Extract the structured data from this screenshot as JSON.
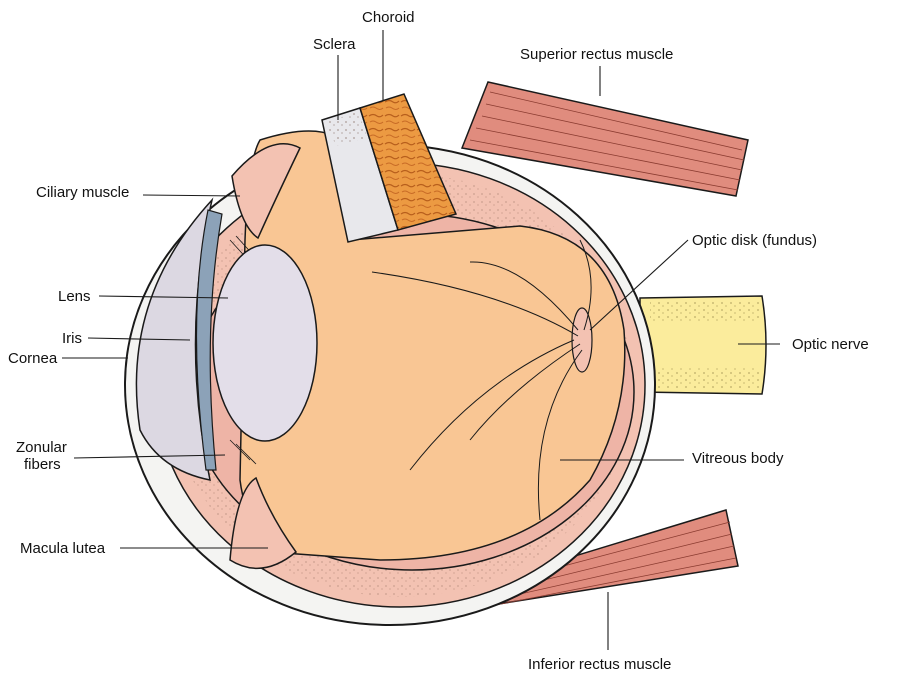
{
  "labels": {
    "choroid": "Choroid",
    "sclera": "Sclera",
    "superior_rectus": "Superior rectus muscle",
    "ciliary_muscle": "Ciliary muscle",
    "optic_disk": "Optic disk (fundus)",
    "lens": "Lens",
    "iris": "Iris",
    "cornea": "Cornea",
    "optic_nerve": "Optic nerve",
    "zonular_fibers_line1": "Zonular",
    "zonular_fibers_line2": "fibers",
    "vitreous_body": "Vitreous body",
    "macula_lutea": "Macula lutea",
    "inferior_rectus": "Inferior rectus muscle"
  },
  "colors": {
    "outline": "#1a1a1a",
    "sclera": "#f4f4f2",
    "muscle_pink": "#f3c2b2",
    "muscle_red": "#e08c7e",
    "choroid_orange": "#e9933a",
    "retina_pink": "#eeb4a6",
    "vitreous": "#f9c694",
    "lens": "#e3dee9",
    "cornea": "#dcd8e2",
    "iris_blue": "#8ca2b8",
    "optic_nerve": "#fbec9c"
  }
}
